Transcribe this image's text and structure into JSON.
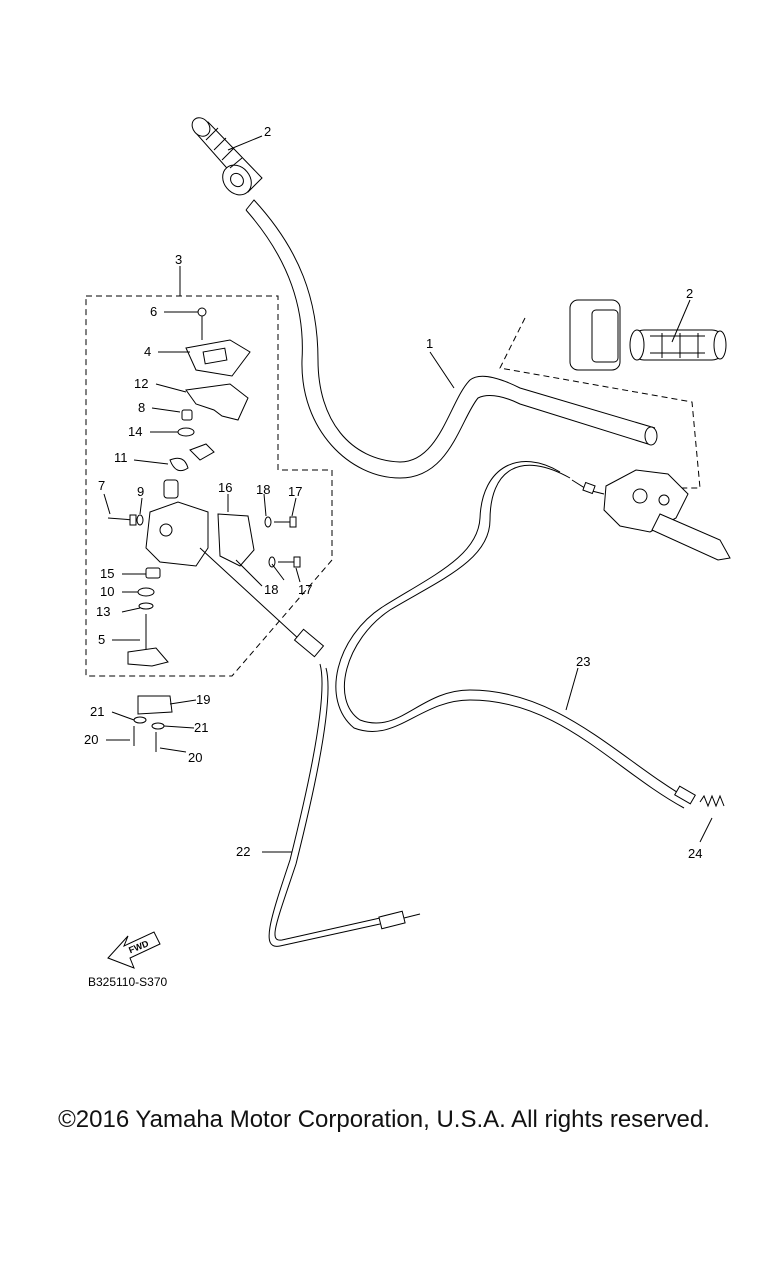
{
  "diagram": {
    "callouts": [
      "1",
      "2",
      "2",
      "3",
      "4",
      "5",
      "6",
      "7",
      "8",
      "9",
      "10",
      "11",
      "12",
      "13",
      "14",
      "15",
      "16",
      "17",
      "17",
      "18",
      "18",
      "19",
      "20",
      "20",
      "21",
      "21",
      "22",
      "23",
      "24"
    ],
    "fwd_label": "FWD",
    "code": "B325110-S370"
  },
  "footer": {
    "copyright": "©2016 Yamaha Motor Corporation, U.S.A. All rights reserved."
  }
}
